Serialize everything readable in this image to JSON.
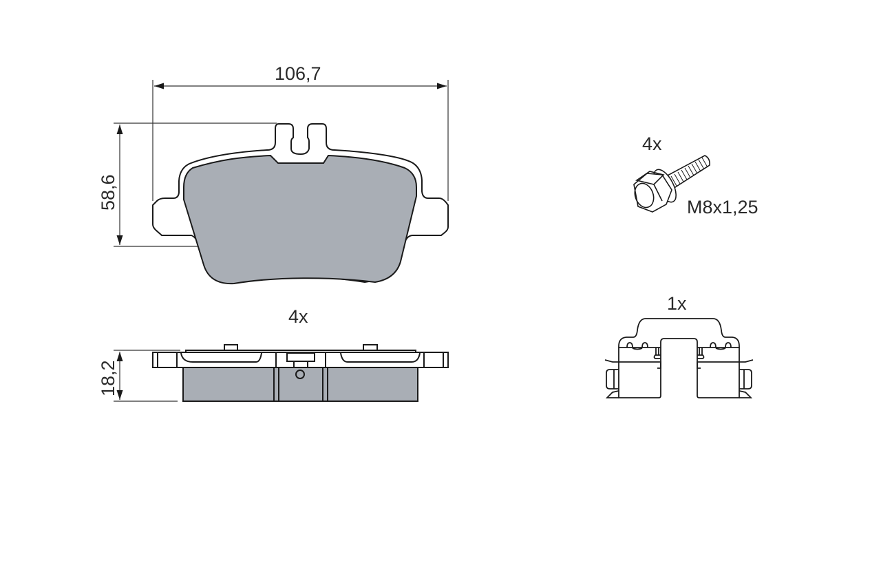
{
  "diagram": {
    "subject": "Brake pad set technical drawing",
    "colors": {
      "friction_fill": "#a9aeb5",
      "line": "#1a1a1a",
      "dimension_line": "#333333",
      "background": "#ffffff"
    },
    "brake_pad_front_view": {
      "width_dimension": "106,7",
      "height_dimension": "58,6"
    },
    "brake_pad_side_view": {
      "quantity": "4x",
      "thickness_dimension": "18,2"
    },
    "bolt": {
      "quantity": "4x",
      "thread_spec": "M8x1,25"
    },
    "spring_clip": {
      "quantity": "1x"
    }
  }
}
